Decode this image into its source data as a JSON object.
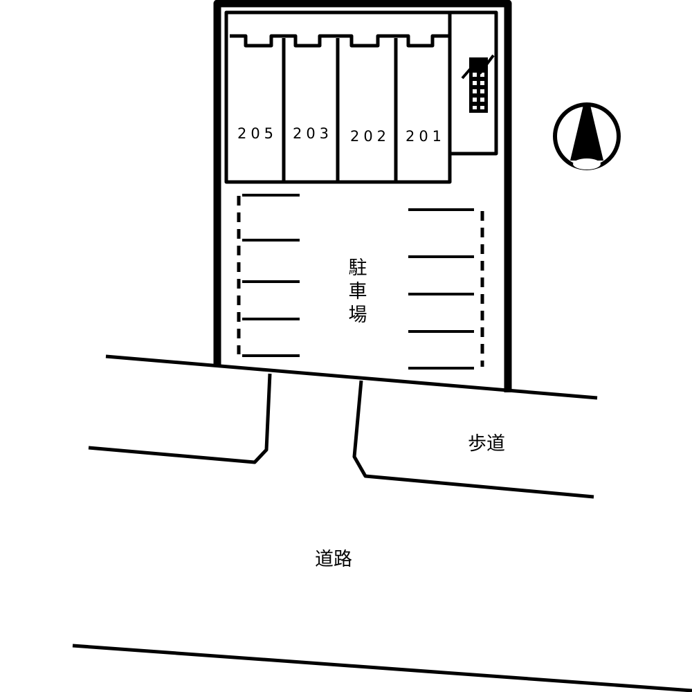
{
  "units": [
    {
      "label": "205"
    },
    {
      "label": "203"
    },
    {
      "label": "202"
    },
    {
      "label": "201"
    }
  ],
  "parking_label": [
    "駐",
    "車",
    "場"
  ],
  "sidewalk_label": "歩道",
  "road_label": "道路",
  "compass": {
    "icon": "north-arrow-icon"
  },
  "colors": {
    "line": "#000000",
    "background": "#ffffff"
  }
}
